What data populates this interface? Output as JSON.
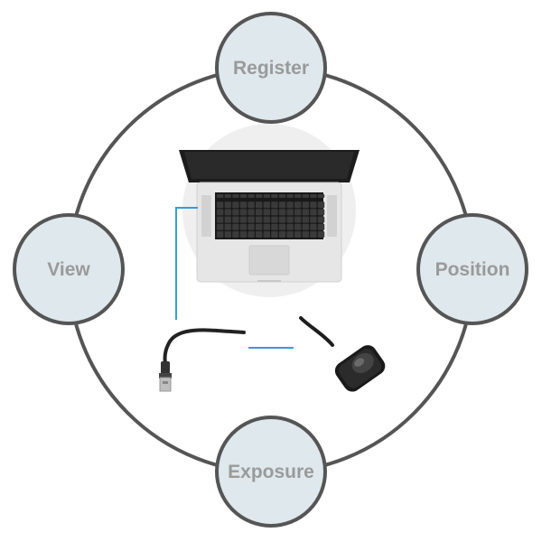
{
  "diagram": {
    "nodes": [
      {
        "id": "register",
        "label": "Register"
      },
      {
        "id": "position",
        "label": "Position"
      },
      {
        "id": "exposure",
        "label": "Exposure"
      },
      {
        "id": "view",
        "label": "View"
      }
    ],
    "center": {
      "items": [
        "laptop-icon",
        "usb-cable-icon",
        "intraoral-sensor-icon"
      ]
    }
  },
  "colors": {
    "ring": "#555555",
    "node_fill": "#dfe8ec",
    "node_label": "#9a9a9a",
    "connector": "#3a9ad9",
    "backdrop": "#efefef"
  }
}
